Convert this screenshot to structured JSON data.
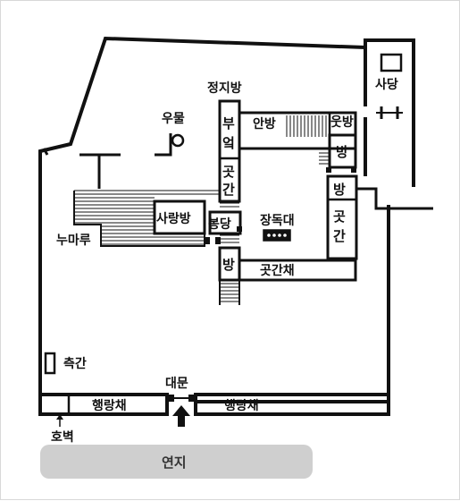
{
  "labels": {
    "sadang": "사당",
    "jeongjibang": "정지방",
    "umul": "우물",
    "anbang": "안방",
    "utbang": "웃방",
    "bang_right": "방",
    "buyeok": [
      "부",
      "엌"
    ],
    "gotgan_left": [
      "곳",
      "간"
    ],
    "bang_right2": "방",
    "gotgan_right": [
      "곳",
      "간"
    ],
    "sarangbang": "사랑방",
    "bongdang": "봉당",
    "jangdokdae": "장독대",
    "numaru": "누마루",
    "bang_bottom": "방",
    "gotganchae": "곳간채",
    "chukgan": "측간",
    "daemun": "대문",
    "haengrangchae_left": "행랑채",
    "haengrangchae_right": "행랑채",
    "hobeok": "호벽",
    "yeonji": "연지"
  },
  "colors": {
    "wall": "#111111",
    "pond": "#cfcfcf",
    "pond_text": "#333333",
    "jar": "#111111"
  }
}
